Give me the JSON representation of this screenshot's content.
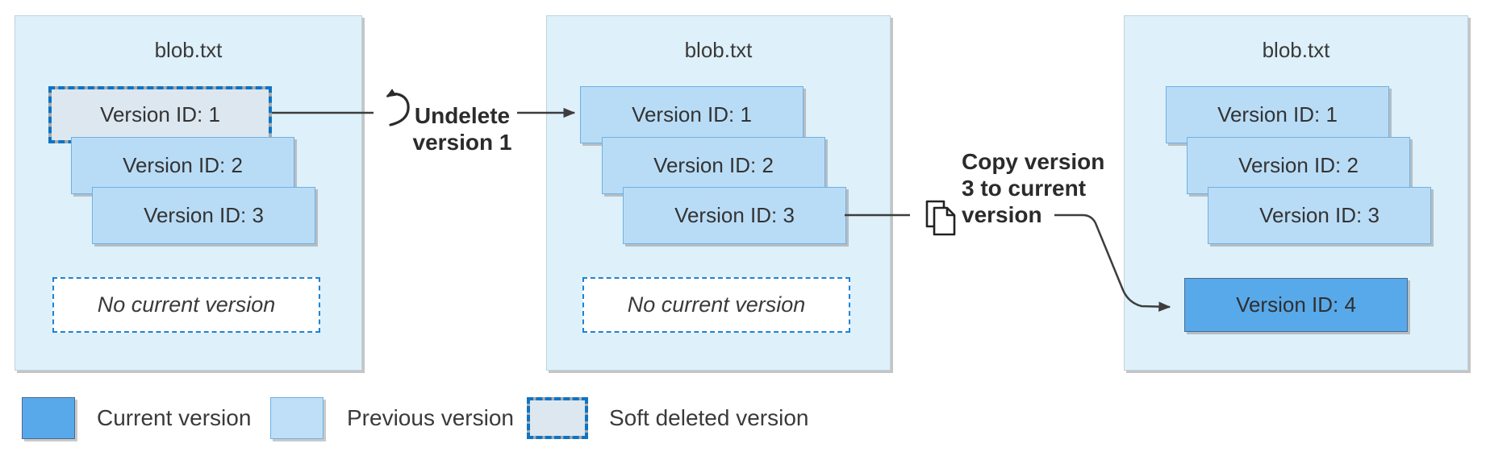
{
  "diagram": {
    "panels": [
      {
        "title": "blob.txt",
        "versions": [
          {
            "label": "Version ID: 1",
            "state": "soft-deleted"
          },
          {
            "label": "Version ID: 2",
            "state": "previous"
          },
          {
            "label": "Version ID: 3",
            "state": "previous"
          }
        ],
        "current_slot": {
          "label": "No current version",
          "state": "empty"
        }
      },
      {
        "title": "blob.txt",
        "versions": [
          {
            "label": "Version ID: 1",
            "state": "previous"
          },
          {
            "label": "Version ID: 2",
            "state": "previous"
          },
          {
            "label": "Version ID: 3",
            "state": "previous"
          }
        ],
        "current_slot": {
          "label": "No current version",
          "state": "empty"
        }
      },
      {
        "title": "blob.txt",
        "versions": [
          {
            "label": "Version ID: 1",
            "state": "previous"
          },
          {
            "label": "Version ID: 2",
            "state": "previous"
          },
          {
            "label": "Version ID: 3",
            "state": "previous"
          }
        ],
        "current_slot": {
          "label": "Version ID: 4",
          "state": "current"
        }
      }
    ],
    "actions": [
      {
        "label": "Undelete\nversion 1",
        "icon": "undo-icon"
      },
      {
        "label": "Copy version\n3 to current\nversion",
        "icon": "copy-icon"
      }
    ],
    "legend": [
      {
        "label": "Current version",
        "swatch": "current"
      },
      {
        "label": "Previous version",
        "swatch": "previous"
      },
      {
        "label": "Soft deleted version",
        "swatch": "soft-deleted"
      }
    ],
    "colors": {
      "panel_fill": "#def0fa",
      "previous_fill": "#b9dcf6",
      "current_fill": "#58a9ea",
      "soft_deleted_fill": "#dce7f0",
      "soft_deleted_dash_blue": "#0d74c6",
      "soft_deleted_dash_gray": "#a9a9a9",
      "no_current_dash": "#1e82d2",
      "connector": "#3d3d3d"
    }
  }
}
